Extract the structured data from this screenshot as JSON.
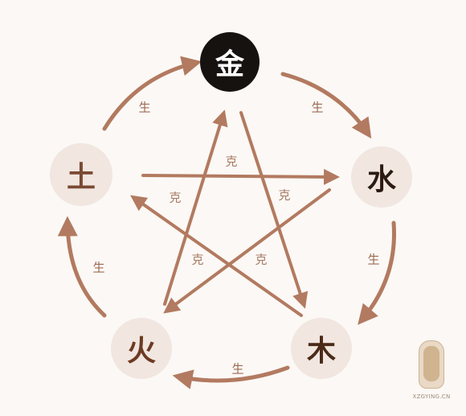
{
  "elements": {
    "metal": "金",
    "water": "水",
    "wood": "木",
    "fire": "火",
    "earth": "土"
  },
  "generating_label": "生",
  "overcoming_label": "克",
  "generating_cycle": [
    [
      "metal",
      "water"
    ],
    [
      "water",
      "wood"
    ],
    [
      "wood",
      "fire"
    ],
    [
      "fire",
      "earth"
    ],
    [
      "earth",
      "metal"
    ]
  ],
  "overcoming_cycle": [
    [
      "metal",
      "wood"
    ],
    [
      "wood",
      "earth"
    ],
    [
      "earth",
      "water"
    ],
    [
      "water",
      "fire"
    ],
    [
      "fire",
      "metal"
    ]
  ],
  "watermark": {
    "site": "XZGYING.CN"
  },
  "colors": {
    "arrow": "#b27a60",
    "metal_bg": "#161210",
    "node_bg": "#f1e6e0",
    "background": "#fbf8f5"
  }
}
